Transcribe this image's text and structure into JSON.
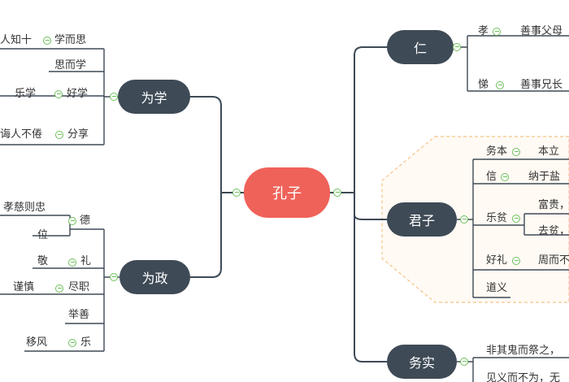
{
  "center": "孔子",
  "branches": {
    "study": {
      "label": "为学",
      "items": [
        "人知十",
        "学而思",
        "思而学",
        "乐学",
        "好学",
        "诲人不倦",
        "分享"
      ]
    },
    "govern": {
      "label": "为政",
      "items": [
        "孝慈则忠",
        "德",
        "位",
        "敬",
        "礼",
        "谨慎",
        "尽职",
        "举善",
        "移风",
        "乐"
      ]
    },
    "ren": {
      "label": "仁",
      "items": [
        "孝",
        "善事父母",
        "悌",
        "善事兄长"
      ]
    },
    "junzi": {
      "label": "君子",
      "items": [
        "务本",
        "本立",
        "信",
        "纳于盐",
        "乐贫",
        "富贵，",
        "去贫，",
        "好礼",
        "周而不",
        "道义"
      ]
    },
    "wushi": {
      "label": "务实",
      "items": [
        "非其鬼而祭之，",
        "见义而不为，无"
      ]
    }
  },
  "colors": {
    "line": "#3e4a56",
    "center_node": "#ef6259",
    "branch_node": "#3e4a56",
    "toggle": "#6cbf5a",
    "dashed_region": "#f5c48a"
  },
  "icons": {
    "toggle": "collapse-toggle-icon"
  }
}
